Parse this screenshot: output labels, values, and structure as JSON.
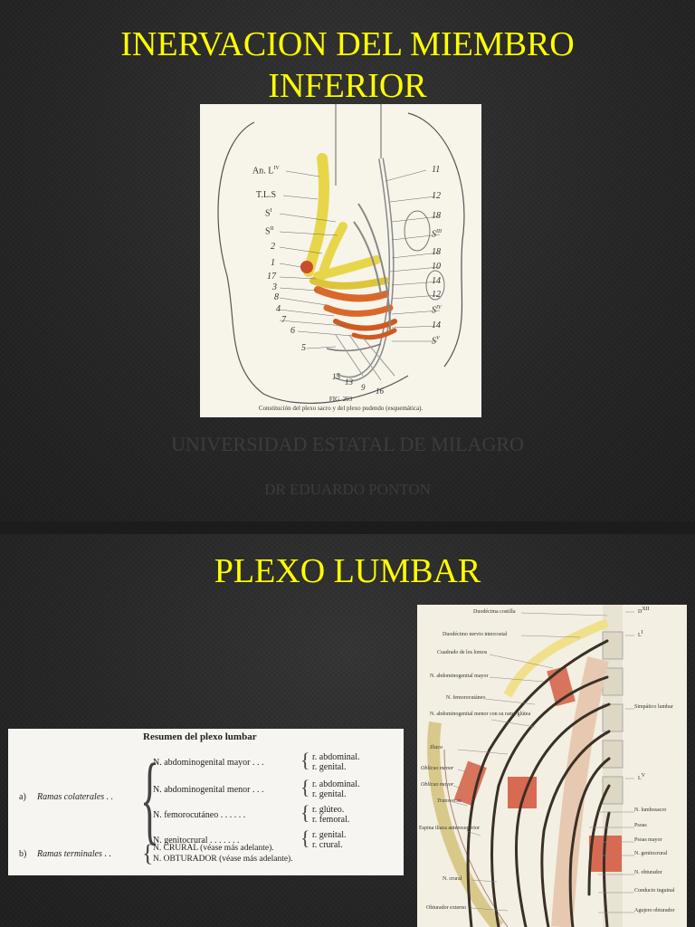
{
  "slide1": {
    "title_line1": "INERVACION DEL MIEMBRO",
    "title_line2": "INFERIOR",
    "university": "UNIVERSIDAD ESTATAL DE MILAGRO",
    "author": "DR EDUARDO PONTON",
    "figure": {
      "left_labels": [
        "An. L",
        "T.L.S",
        "S",
        "S",
        "2",
        "1",
        "17",
        "3",
        "8",
        "4",
        "7",
        "6",
        "5"
      ],
      "left_label_sups": [
        "IV",
        "",
        "I",
        "II",
        "",
        "",
        "",
        "",
        "",
        "",
        "",
        "",
        ""
      ],
      "right_labels": [
        "11",
        "12",
        "18",
        "S",
        "18",
        "10",
        "14",
        "12",
        "S",
        "14",
        "S"
      ],
      "right_label_sups": [
        "",
        "",
        "",
        "III",
        "",
        "",
        "",
        "",
        "IV",
        "",
        "V"
      ],
      "bottom_labels": [
        "15",
        "13",
        "9",
        "16"
      ],
      "caption_line1": "FIG. 293",
      "caption_line2": "Constitución del plexo sacro y del plexo pudendo (esquemática)."
    }
  },
  "slide2": {
    "title": "PLEXO LUMBAR",
    "table": {
      "title": "Resumen del plexo lumbar",
      "section_a": "a)",
      "section_a_label": "Ramas colaterales . .",
      "section_b": "b)",
      "section_b_label": "Ramas terminales . .",
      "nerves": [
        {
          "name": "N. abdominogenital mayor . . .",
          "branches": [
            "r. abdominal.",
            "r. genital."
          ]
        },
        {
          "name": "N. abdominogenital menor . . .",
          "branches": [
            "r. abdominal.",
            "r. genital."
          ]
        },
        {
          "name": "N. femorocutáneo . . . . . .",
          "branches": [
            "r. glúteo.",
            "r. femoral."
          ]
        },
        {
          "name": "N. genitocrural . . . . . . .",
          "branches": [
            "r. genital.",
            "r. crural."
          ]
        }
      ],
      "terminals": [
        "N. CRURAL (véase más adelante).",
        "N. OBTURADOR (véase más adelante)."
      ]
    },
    "figure": {
      "left_labels": [
        "Duodécima costilla",
        "Duodécimo nervio intercostal",
        "Cuadrado de los lomos",
        "N. abdominogenital mayor",
        "N. femorocutáneo",
        "N. abdominogenital menor con su rama glútea",
        "Iliaco",
        "Oblicuo menor",
        "Oblicuo mayor",
        "Transverso",
        "Espina iliaca anterosuperior",
        "N. crural",
        "Obturador externo"
      ],
      "right_labels": [
        "D",
        "L",
        "Simpático lumbar",
        "L",
        "N. lumbosacro",
        "Psoas",
        "Psoas mayor",
        "N. genitocrural",
        "N. obturador",
        "Conducto inguinal",
        "Agujero obturador"
      ],
      "right_label_sups": [
        "XII",
        "I",
        "",
        "V",
        "",
        "",
        "",
        "",
        "",
        "",
        ""
      ]
    }
  }
}
